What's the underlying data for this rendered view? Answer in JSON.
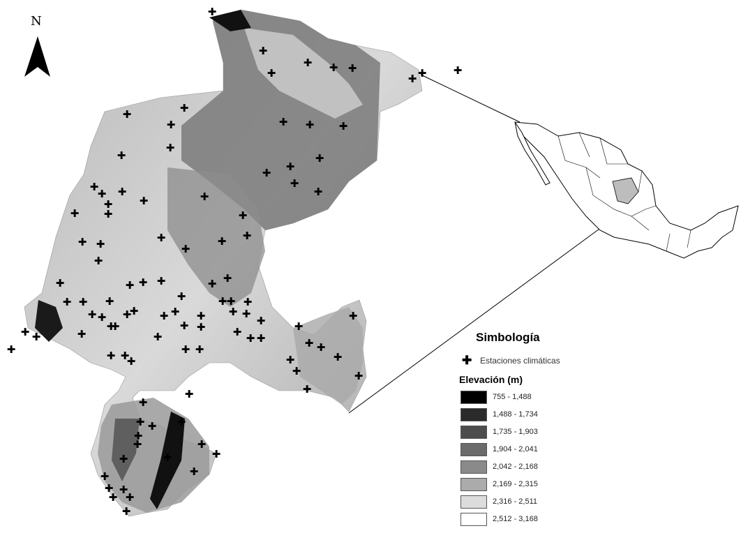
{
  "map": {
    "north_label": "N",
    "legend": {
      "title": "Simbología",
      "stations_label": "Estaciones climáticas",
      "elevation_title": "Elevación (m)",
      "classes": [
        {
          "label": "755 - 1,488",
          "color": "#000000"
        },
        {
          "label": "1,488 - 1,734",
          "color": "#2b2b2b"
        },
        {
          "label": "1,735 - 1,903",
          "color": "#4d4d4d"
        },
        {
          "label": "1,904 - 2,041",
          "color": "#6b6b6b"
        },
        {
          "label": "2,042 - 2,168",
          "color": "#8a8a8a"
        },
        {
          "label": "2,169 - 2,315",
          "color": "#ababab"
        },
        {
          "label": "2,316 - 2,511",
          "color": "#dcdcdc"
        },
        {
          "label": "2,512 - 3,168",
          "color": "#ffffff"
        }
      ]
    }
  }
}
